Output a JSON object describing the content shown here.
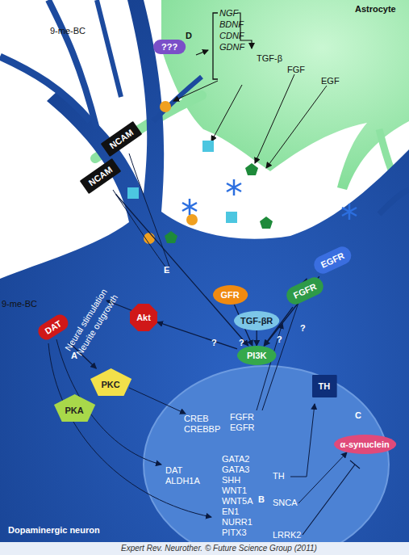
{
  "diagram": {
    "caption": "Expert Rev. Neurother. © Future Science Group (2011)",
    "nodes": [
      {
        "text": [
          "???"
        ]
      },
      {
        "text": [
          "NCAM"
        ]
      },
      {
        "text": [
          "NCAM"
        ]
      },
      {
        "text": [
          "DAT"
        ]
      },
      {
        "text": [
          "Akt"
        ]
      },
      {
        "text": [
          "PKC"
        ]
      },
      {
        "text": [
          "PKA"
        ]
      },
      {
        "text": [
          "GFR"
        ]
      },
      {
        "text": [
          "TGF-βR"
        ]
      },
      {
        "text": [
          "FGFR"
        ]
      },
      {
        "text": [
          "EGFR"
        ]
      },
      {
        "text": [
          "PI3K"
        ]
      },
      {
        "text": [
          "TH"
        ]
      },
      {
        "text": [
          "α-synuclein"
        ]
      }
    ],
    "edges": [
      {
        "from": 3,
        "to": 5,
        "arrow": "to"
      },
      {
        "from": 11,
        "to": 4,
        "arrow": "to"
      },
      {
        "from": 7,
        "to": 11,
        "arrow": "to"
      },
      {
        "from": 8,
        "to": 11,
        "arrow": "to"
      },
      {
        "from": 9,
        "to": 11,
        "arrow": "to"
      },
      {
        "from": 10,
        "to": 11,
        "arrow": "to"
      },
      {
        "from": 2,
        "to": 11,
        "arrow": "to"
      }
    ],
    "labels": [
      "Astrocyte",
      "9-me-BC",
      "D",
      "NGF",
      "BDNF",
      "CDNF",
      "GDNF",
      "TGF-β",
      "FGF",
      "EGF",
      "E",
      "Neural stimulation",
      "Neurite outgrowth",
      "9-me-BC",
      "A",
      "?",
      "?",
      "?",
      "?",
      "CREB",
      "CREBBP",
      "FGFR",
      "EGFR",
      "DAT",
      "ALDH1A",
      "GATA2",
      "GATA3",
      "SHH",
      "WNT1",
      "WNT5A",
      "EN1",
      "NURR1",
      "PITX3",
      "B",
      "TH",
      "SNCA",
      "LRRK2",
      "C",
      "Dopaminergic neuron"
    ]
  }
}
